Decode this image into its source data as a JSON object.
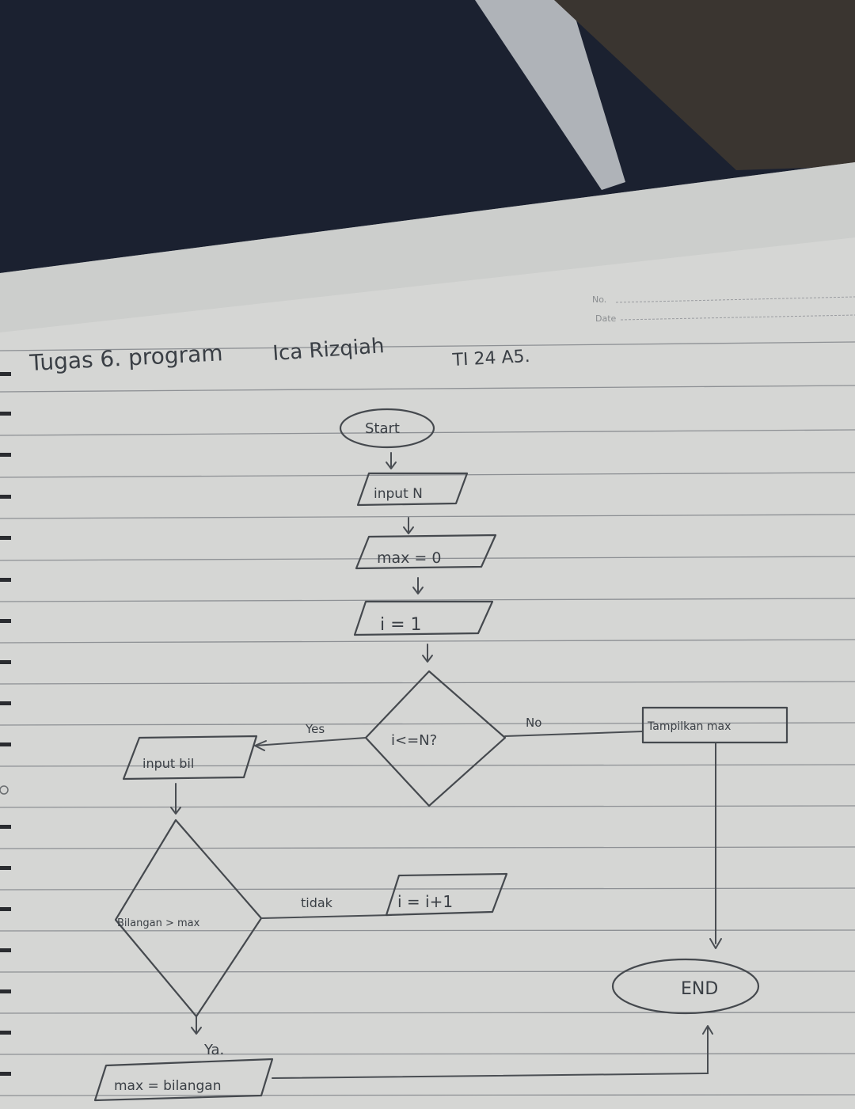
{
  "page_header": {
    "no_label": "No.",
    "date_label": "Date"
  },
  "title": {
    "assignment": "Tugas 6. program",
    "author": "Ica Rizqiah",
    "class": "TI 24 A5."
  },
  "flowchart": {
    "nodes": {
      "start": "Start",
      "input_n": "input N",
      "max_init": "max = 0",
      "i_init": "i = 1",
      "loop_condition": "i<=N?",
      "input_bil": "input bil",
      "compare": "Bilangan > max",
      "increment": "i = i+1",
      "assign_max": "max = bilangan",
      "show_max": "Tampilkan max",
      "end": "END"
    },
    "labels": {
      "yes": "Yes",
      "no": "No",
      "tidak": "tidak",
      "ya": "Ya."
    }
  },
  "colors": {
    "paper": "#d7d8d6",
    "ink": "#3f4348",
    "rule_line": "#8d9094",
    "background": "#1a1f2b"
  }
}
